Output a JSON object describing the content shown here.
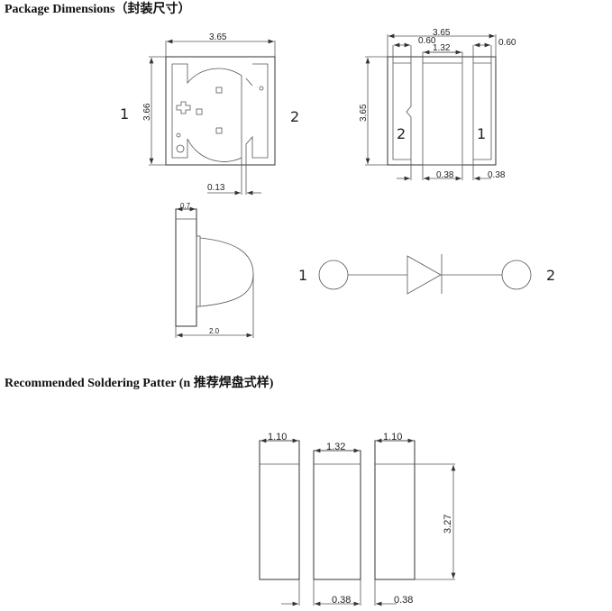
{
  "headings": {
    "package": "Package Dimensions（封装尺寸）",
    "soldering": "Recommended Soldering Patter (n 推荐焊盘式样)"
  },
  "top_view": {
    "width": "3.65",
    "height": "3.66",
    "gap": "0.13",
    "pin1": "1",
    "pin2": "2"
  },
  "bottom_view": {
    "width": "3.65",
    "pad_left": "0.60",
    "pad_right": "0.60",
    "center": "1.32",
    "height": "3.65",
    "gap_left": "0.38",
    "gap_right": "0.38",
    "pin2": "2",
    "pin1": "1"
  },
  "side_view": {
    "base": "0.7",
    "total": "2.0"
  },
  "schematic": {
    "pin1": "1",
    "pin2": "2"
  },
  "soldering_pattern": {
    "pad1_width": "1.10",
    "center_width": "1.32",
    "pad2_width": "1.10",
    "height": "3.27",
    "gap_left": "0.38",
    "gap_right": "0.38"
  }
}
